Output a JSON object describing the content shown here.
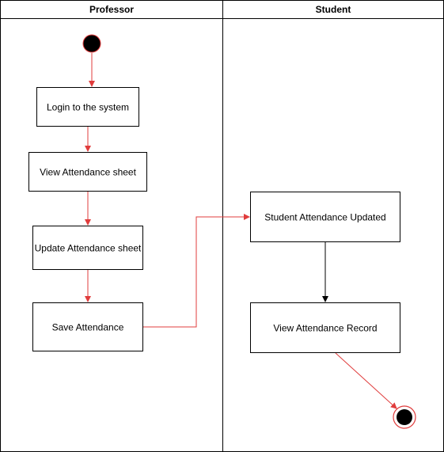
{
  "colors": {
    "flow_red": "#e03c3c",
    "flow_black": "#000000",
    "stroke": "#000000",
    "background": "#ffffff"
  },
  "lanes": {
    "professor": {
      "title": "Professor"
    },
    "student": {
      "title": "Student"
    }
  },
  "nodes": {
    "login": {
      "label": "Login to the system"
    },
    "view_sheet": {
      "label": "View Attendance sheet"
    },
    "update_sheet": {
      "label": "Update Attendance sheet"
    },
    "save": {
      "label": "Save Attendance"
    },
    "student_updated": {
      "label": "Student Attendance Updated"
    },
    "view_record": {
      "label": "View Attendance Record"
    }
  }
}
